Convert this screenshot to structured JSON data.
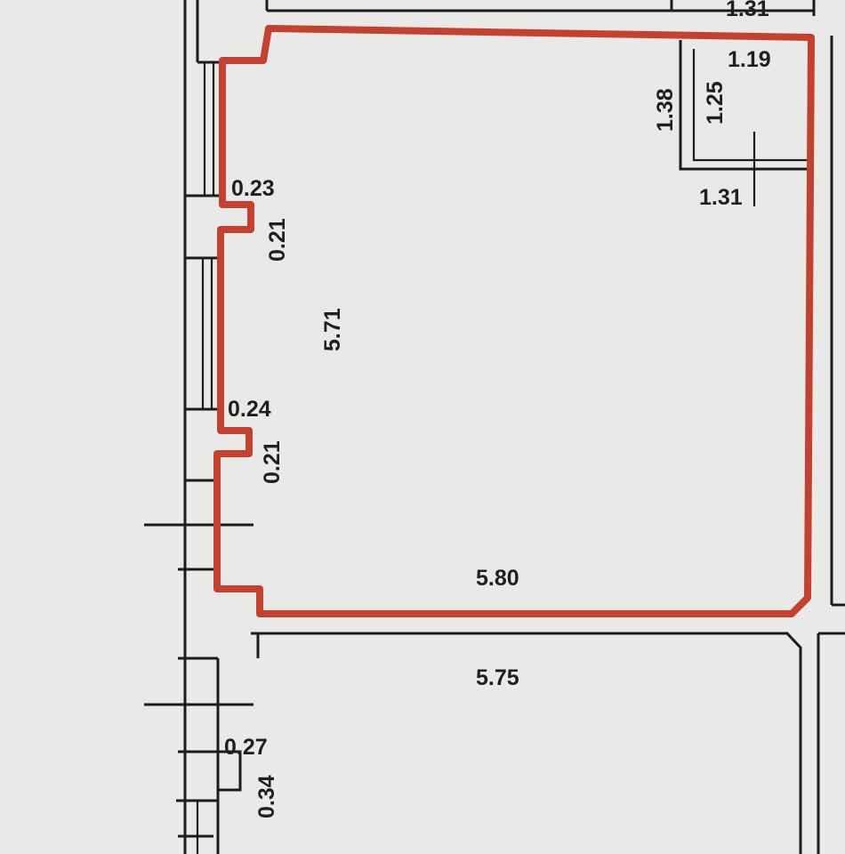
{
  "colors": {
    "paper": "#e9e9e7",
    "walls": "#1c1c1c",
    "outline": "#c4402f",
    "text": "#1f1f1f"
  },
  "dimensions": {
    "top_partial": "1.31",
    "bathroom_width": "1.19",
    "bathroom_depth_outer": "1.38",
    "bathroom_depth_inner": "1.25",
    "bathroom_bottom": "1.31",
    "pilaster_upper_width": "0.23",
    "pilaster_upper_depth": "0.21",
    "room_length": "5.71",
    "pilaster_lower_width": "0.24",
    "pilaster_lower_depth": "0.21",
    "room_width": "5.80",
    "lower_room_width": "5.75",
    "lower_pilaster_width": "0.27",
    "lower_pilaster_depth": "0.34"
  }
}
